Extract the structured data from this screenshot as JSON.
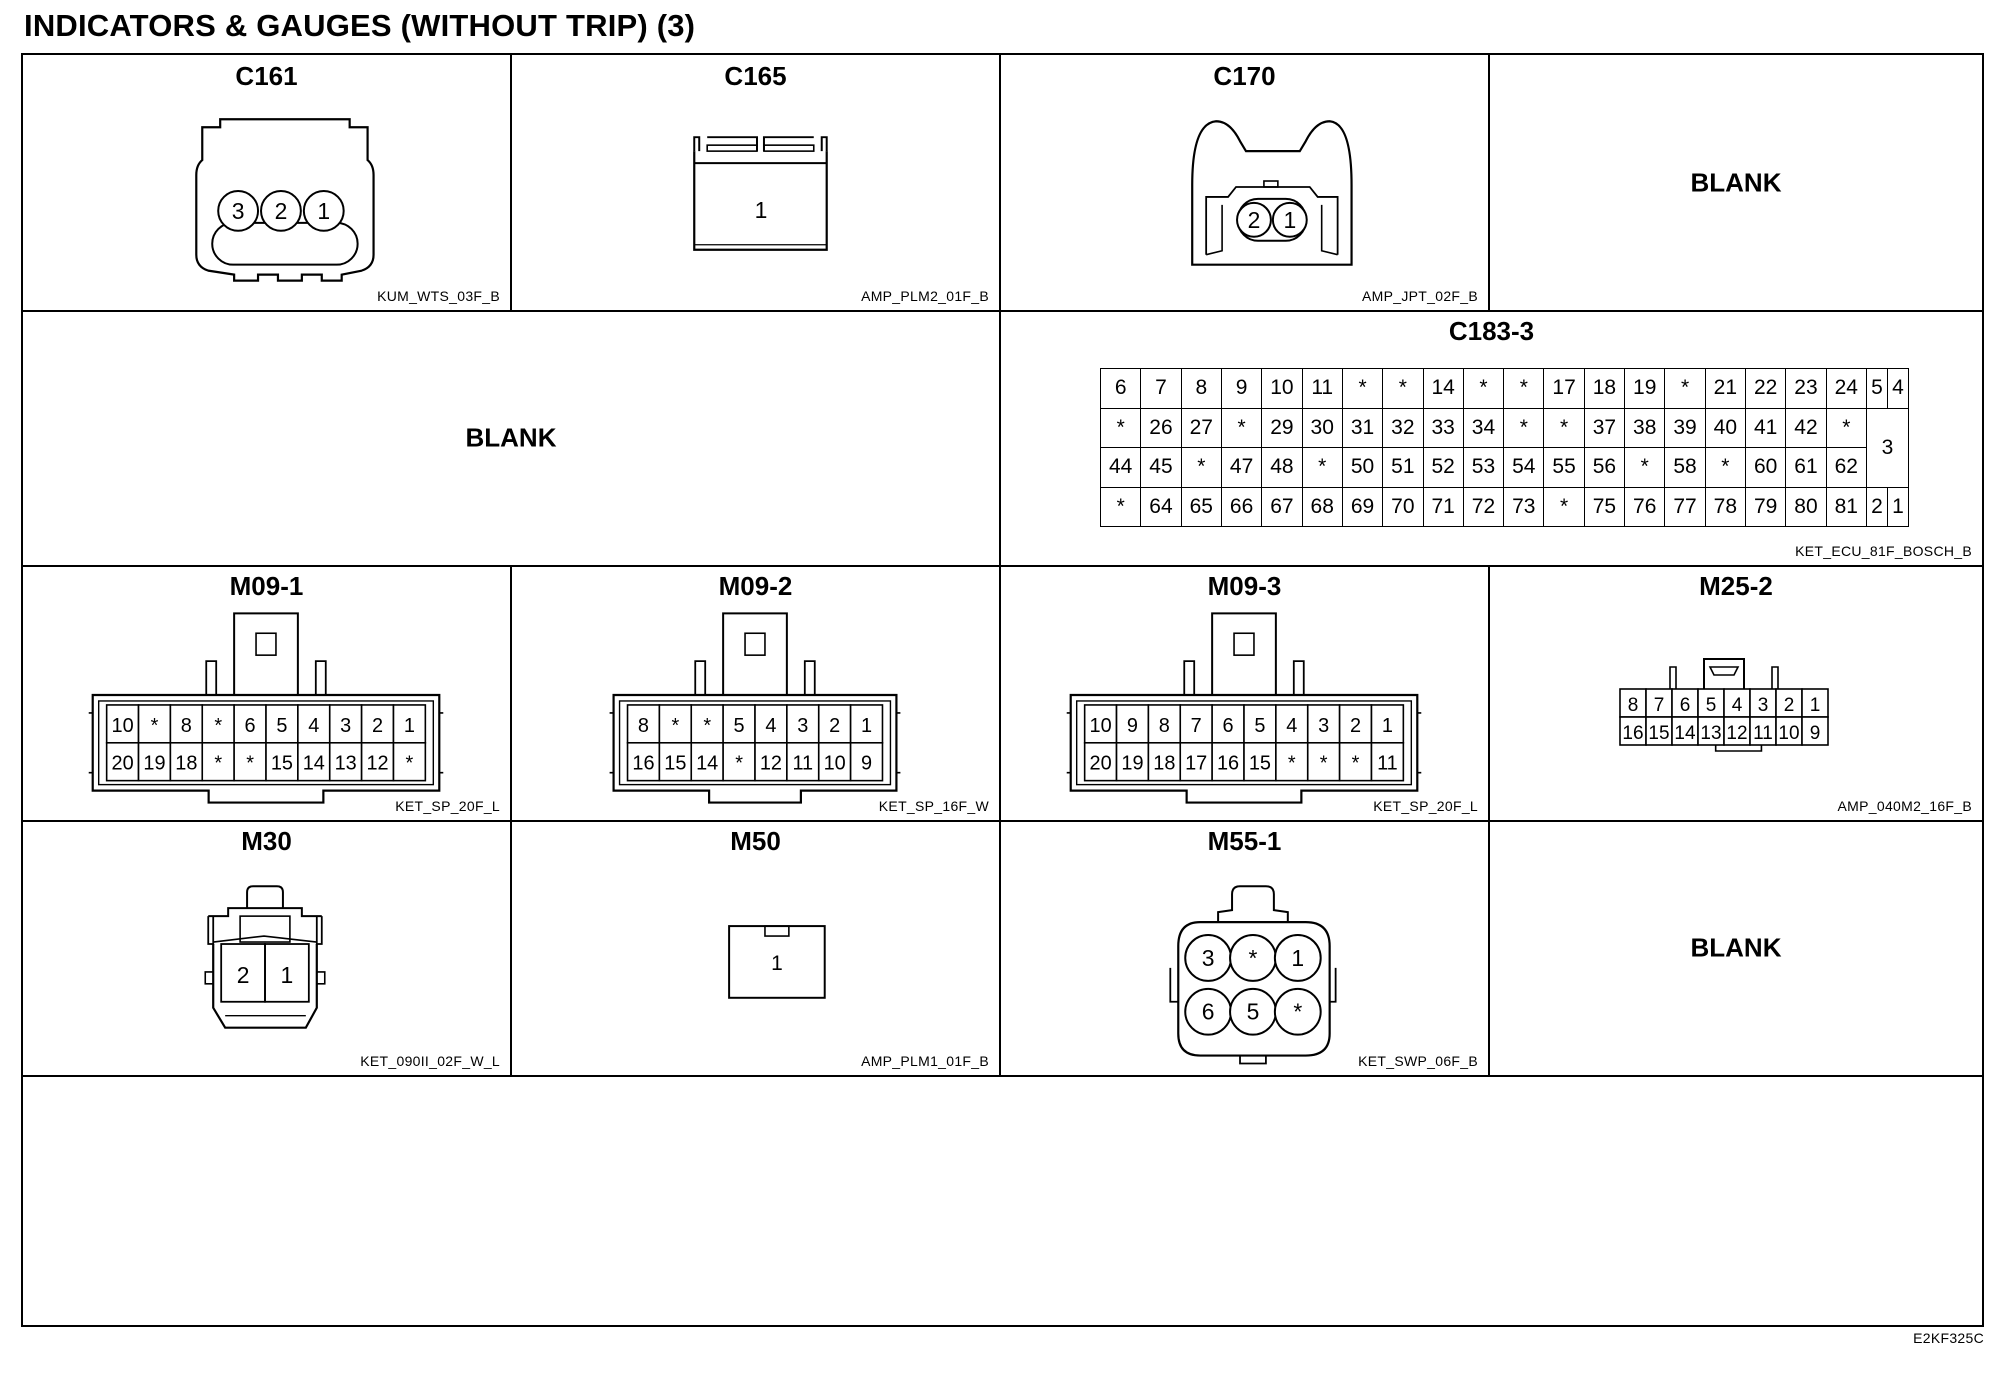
{
  "page": {
    "title": "INDICATORS & GAUGES (WITHOUT TRIP) (3)",
    "figure_code": "E2KF325C",
    "blank_label": "BLANK"
  },
  "connectors": {
    "c161": {
      "name": "C161",
      "type": "KUM_WTS_03F_B",
      "pins": [
        "3",
        "2",
        "1"
      ]
    },
    "c165": {
      "name": "C165",
      "type": "AMP_PLM2_01F_B",
      "pins": [
        "1"
      ]
    },
    "c170": {
      "name": "C170",
      "type": "AMP_JPT_02F_B",
      "pins": [
        "2",
        "1"
      ]
    },
    "c183": {
      "name": "C183-3",
      "type": "KET_ECU_81F_BOSCH_B",
      "rows": [
        [
          "6",
          "7",
          "8",
          "9",
          "10",
          "11",
          "*",
          "*",
          "14",
          "*",
          "*",
          "17",
          "18",
          "19",
          "*",
          "21",
          "22",
          "23",
          "24",
          "5",
          "4"
        ],
        [
          "*",
          "26",
          "27",
          "*",
          "29",
          "30",
          "31",
          "32",
          "33",
          "34",
          "*",
          "*",
          "37",
          "38",
          "39",
          "40",
          "41",
          "42",
          "*"
        ],
        [
          "44",
          "45",
          "*",
          "47",
          "48",
          "*",
          "50",
          "51",
          "52",
          "53",
          "54",
          "55",
          "56",
          "*",
          "58",
          "*",
          "60",
          "61",
          "62"
        ],
        [
          "*",
          "64",
          "65",
          "66",
          "67",
          "68",
          "69",
          "70",
          "71",
          "72",
          "73",
          "*",
          "75",
          "76",
          "77",
          "78",
          "79",
          "80",
          "81",
          "2",
          "1"
        ]
      ],
      "side_pin": "3"
    },
    "m09_1": {
      "name": "M09-1",
      "type": "KET_SP_20F_L",
      "rows": [
        [
          "10",
          "*",
          "8",
          "*",
          "6",
          "5",
          "4",
          "3",
          "2",
          "1"
        ],
        [
          "20",
          "19",
          "18",
          "*",
          "*",
          "15",
          "14",
          "13",
          "12",
          "*"
        ]
      ]
    },
    "m09_2": {
      "name": "M09-2",
      "type": "KET_SP_16F_W",
      "rows": [
        [
          "8",
          "*",
          "*",
          "5",
          "4",
          "3",
          "2",
          "1"
        ],
        [
          "16",
          "15",
          "14",
          "*",
          "12",
          "11",
          "10",
          "9"
        ]
      ]
    },
    "m09_3": {
      "name": "M09-3",
      "type": "KET_SP_20F_L",
      "rows": [
        [
          "10",
          "9",
          "8",
          "7",
          "6",
          "5",
          "4",
          "3",
          "2",
          "1"
        ],
        [
          "20",
          "19",
          "18",
          "17",
          "16",
          "15",
          "*",
          "*",
          "*",
          "11"
        ]
      ]
    },
    "m25_2": {
      "name": "M25-2",
      "type": "AMP_040M2_16F_B",
      "rows": [
        [
          "8",
          "7",
          "6",
          "5",
          "4",
          "3",
          "2",
          "1"
        ],
        [
          "16",
          "15",
          "14",
          "13",
          "12",
          "11",
          "10",
          "9"
        ]
      ]
    },
    "m30": {
      "name": "M30",
      "type": "KET_090II_02F_W_L",
      "pins": [
        "2",
        "1"
      ]
    },
    "m50": {
      "name": "M50",
      "type": "AMP_PLM1_01F_B",
      "pins": [
        "1"
      ]
    },
    "m55_1": {
      "name": "M55-1",
      "type": "KET_SWP_06F_B",
      "rows": [
        [
          "3",
          "*",
          "1"
        ],
        [
          "6",
          "5",
          "*"
        ]
      ]
    }
  }
}
